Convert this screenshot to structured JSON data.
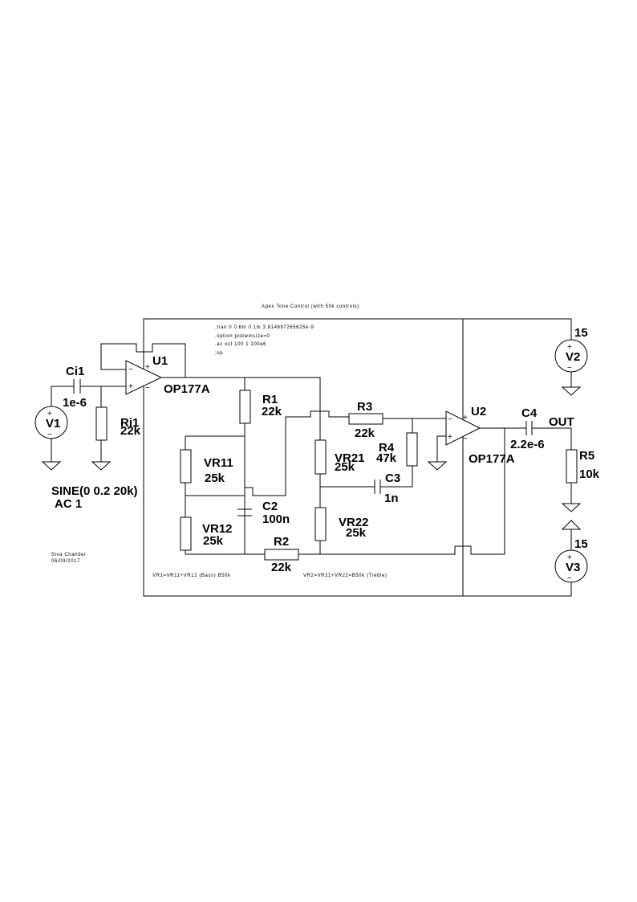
{
  "title": "Apex Tone Control (with 50k controls)",
  "spice_directives": [
    ".tran 0 0.6m 0.1m 3.814697265625e-9",
    ".option plotwinsize=0",
    ".ac oct 100 1 100e6",
    ";op"
  ],
  "components": {
    "ci1": {
      "name": "Ci1",
      "value": "1e-6"
    },
    "ri1": {
      "name": "Ri1",
      "value": "22k"
    },
    "v1": {
      "name": "V1",
      "value_line1": "SINE(0 0.2 20k)",
      "value_line2": "AC 1"
    },
    "u1": {
      "name": "U1",
      "value": "OP177A"
    },
    "u2": {
      "name": "U2",
      "value": "OP177A"
    },
    "r1": {
      "name": "R1",
      "value": "22k"
    },
    "r2": {
      "name": "R2",
      "value": "22k"
    },
    "r3": {
      "name": "R3",
      "value": "22k"
    },
    "r4": {
      "name": "R4",
      "value": "47k"
    },
    "r5": {
      "name": "R5",
      "value": "10k"
    },
    "vr11": {
      "name": "VR11",
      "value": "25k"
    },
    "vr12": {
      "name": "VR12",
      "value": "25k"
    },
    "vr21": {
      "name": "VR21",
      "value": "25k"
    },
    "vr22": {
      "name": "VR22",
      "value": "25k"
    },
    "c2": {
      "name": "C2",
      "value": "100n"
    },
    "c3": {
      "name": "C3",
      "value": "1n"
    },
    "c4": {
      "name": "C4",
      "value": "2.2e-6"
    },
    "v2": {
      "name": "V2",
      "value": "15"
    },
    "v3": {
      "name": "V3",
      "value": "15"
    }
  },
  "net_labels": {
    "out": "OUT"
  },
  "notes": {
    "bass": "VR1=VR11+VR12 (Bass) B50k",
    "treble": "VR2=VR21+VR22=B50k  (Treble)",
    "author": "Siva Chander",
    "date": "06/09/2017"
  },
  "symbols": {
    "plus": "+",
    "minus": "−"
  }
}
